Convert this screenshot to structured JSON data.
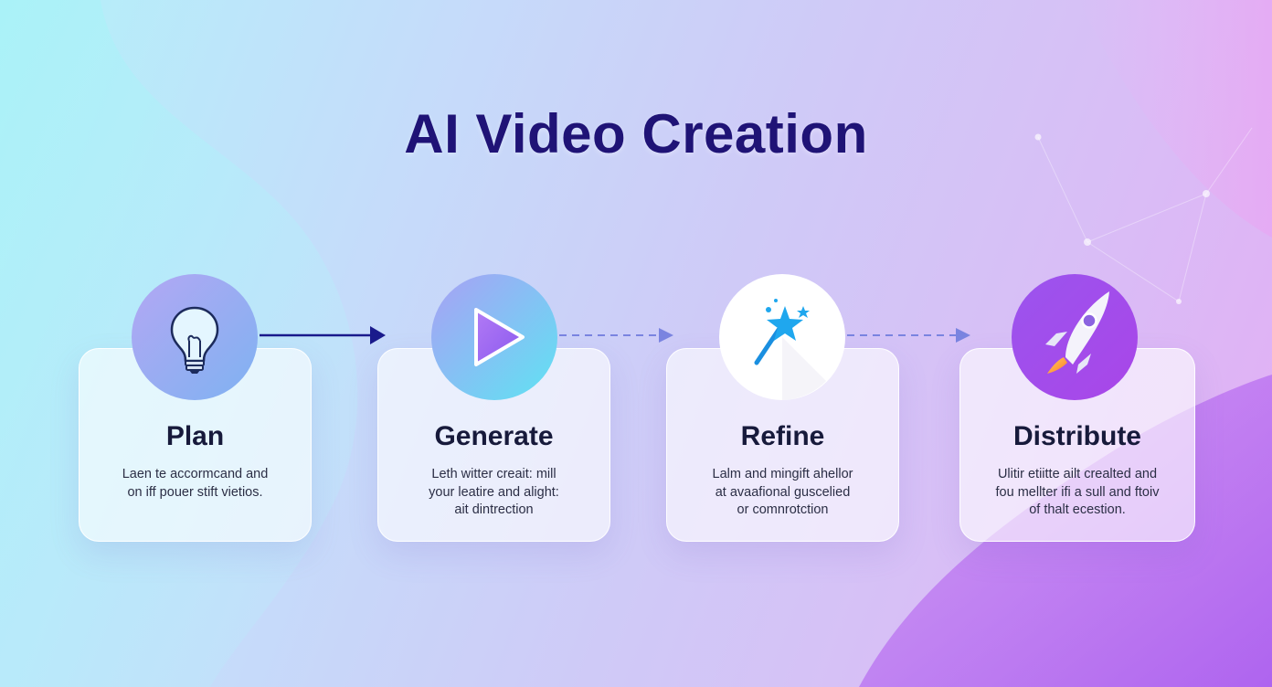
{
  "title": "AI Video Creation",
  "steps": [
    {
      "name": "Plan",
      "icon": "lightbulb-icon",
      "desc": [
        "Laen te accormcand and",
        "on iff pouer stift vietios."
      ]
    },
    {
      "name": "Generate",
      "icon": "play-icon",
      "desc": [
        "Leth witter creait: mill",
        "your leatire and alight:",
        "ait dintrection"
      ]
    },
    {
      "name": "Refine",
      "icon": "magic-wand-icon",
      "desc": [
        "Lalm and mingift ahellor",
        "at avaafional guscelied",
        "or comnrotction"
      ]
    },
    {
      "name": "Distribute",
      "icon": "rocket-icon",
      "desc": [
        "Ulitir etiitte ailt crealted and",
        "fou mellter ifi a sull and ftoiv",
        "of thalt ecestion."
      ]
    }
  ],
  "colors": {
    "title": "#1f1376",
    "solid_arrow": "#1a1a8c",
    "dashed_arrow": "#7a84e0"
  }
}
